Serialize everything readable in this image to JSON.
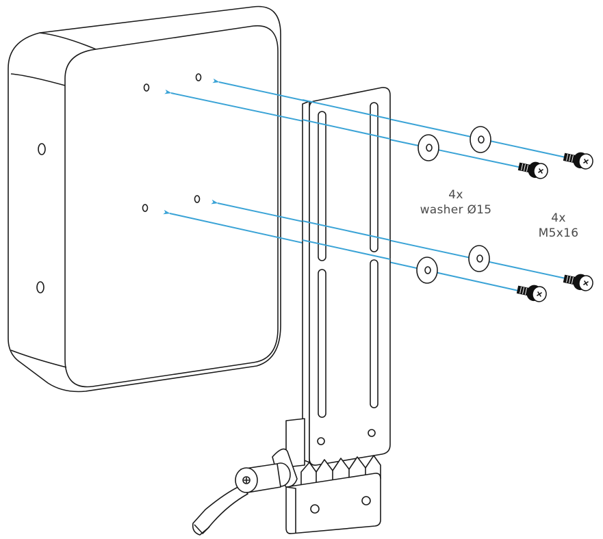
{
  "labels": {
    "washer_qty": "4x",
    "washer_name": "washer Ø15",
    "screw_qty": "4x",
    "screw_name": "M5x16"
  },
  "colors": {
    "line": "#1a1a1a",
    "arrow": "#3aa3d6",
    "fill": "#ffffff",
    "screw": "#111111"
  },
  "icons": {
    "arrow": "arrow-icon",
    "washer": "washer-icon",
    "screw": "screw-icon",
    "lever": "lever-icon"
  }
}
